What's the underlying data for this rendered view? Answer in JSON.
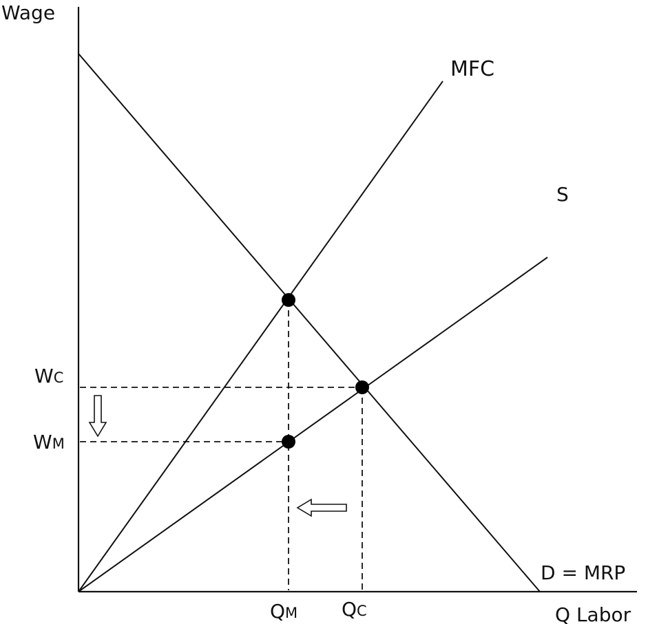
{
  "axes": {
    "y_label": "Wage",
    "x_label": "Q Labor"
  },
  "curves": {
    "mfc": "MFC",
    "supply": "S",
    "demand": "D = MRP"
  },
  "wage_levels": {
    "competitive_main": "W",
    "competitive_sub": "C",
    "monopsony_main": "W",
    "monopsony_sub": "M"
  },
  "quantity_levels": {
    "monopsony_main": "Q",
    "monopsony_sub": "M",
    "competitive_main": "Q",
    "competitive_sub": "C"
  },
  "colors": {
    "ink": "#111111",
    "background": "#ffffff"
  },
  "icons": {
    "wage_shift": "down-arrow-icon",
    "quantity_shift": "left-arrow-icon"
  }
}
